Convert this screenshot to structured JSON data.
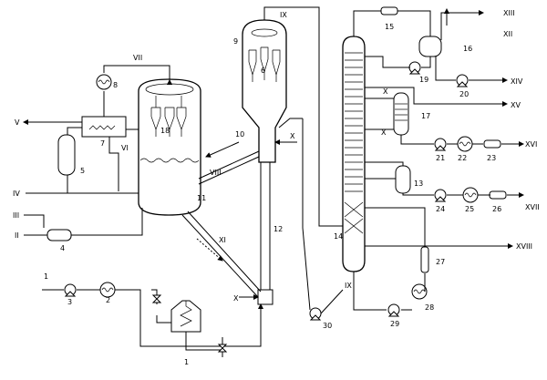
{
  "stream_labels": {
    "s1": "1",
    "s2": "II",
    "s3": "III",
    "s4": "IV",
    "s5": "V",
    "s6": "VI",
    "s7": "VII",
    "s8": "VIII",
    "s9": "IX",
    "s10": "X",
    "s11": "XI",
    "s12": "XII",
    "s13": "XIII",
    "s14": "XIV",
    "s15": "XV",
    "s16": "XVI",
    "s17": "XVII",
    "s18": "XVIII",
    "x_left": "X",
    "x_mid": "X",
    "x_col": "X",
    "x_col2": "X"
  },
  "equipment_labels": {
    "e1": "1",
    "e2": "2",
    "e3": "3",
    "e4": "4",
    "e5": "5",
    "e6": "6",
    "e7": "7",
    "e8": "8",
    "e9": "9",
    "e10": "10",
    "e11": "11",
    "e12": "12",
    "e13": "13",
    "e14": "14",
    "e15": "15",
    "e16": "16",
    "e17": "17",
    "e18": "18",
    "e19": "19",
    "e20": "20",
    "e21": "21",
    "e22": "22",
    "e23": "23",
    "e24": "24",
    "e25": "25",
    "e26": "26",
    "e27": "27",
    "e28": "28",
    "e29": "29",
    "e30": "30"
  }
}
